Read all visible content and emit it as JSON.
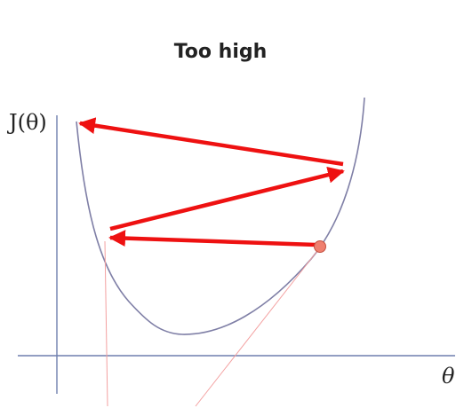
{
  "title": "Too high",
  "y_axis_label": "J(θ)",
  "x_axis_label": "θ",
  "colors": {
    "axis": "#6f7fae",
    "curve": "#7f7fa6",
    "step_arrow": "#ee1111",
    "guide_line": "#f3a0a0",
    "start_point": "#ef7f6f",
    "start_point_edge": "#c34f3f"
  },
  "arrows": [
    {
      "name": "step-1-arrow"
    },
    {
      "name": "step-2-arrow"
    },
    {
      "name": "step-3-arrow"
    }
  ]
}
